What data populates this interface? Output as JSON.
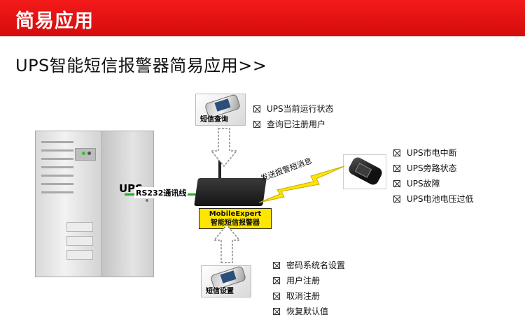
{
  "banner": {
    "title": "简易应用"
  },
  "heading": "UPS智能短信报警器简易应用>>",
  "ups": {
    "label": "UPS"
  },
  "connection": {
    "label": "RS232通讯线"
  },
  "device": {
    "line1": "MobileExpert",
    "line2": "智能短信报警器"
  },
  "send_label": "发送报警短消息",
  "query_phone": {
    "tag": "短信查询",
    "items": [
      "UPS当前运行状态",
      "查询已注册用户"
    ]
  },
  "alarm_phone": {
    "items": [
      "UPS市电中断",
      "UPS旁路状态",
      "UPS故障",
      "UPS电池电压过低"
    ]
  },
  "setup_phone": {
    "tag": "短信设置",
    "items": [
      "密码系统名设置",
      "用户注册",
      "取消注册",
      "恢复默认值"
    ]
  },
  "colors": {
    "banner": "#e01010",
    "link": "#22aa22",
    "bolt": "#ffe600",
    "device_label": "#ffe600"
  }
}
